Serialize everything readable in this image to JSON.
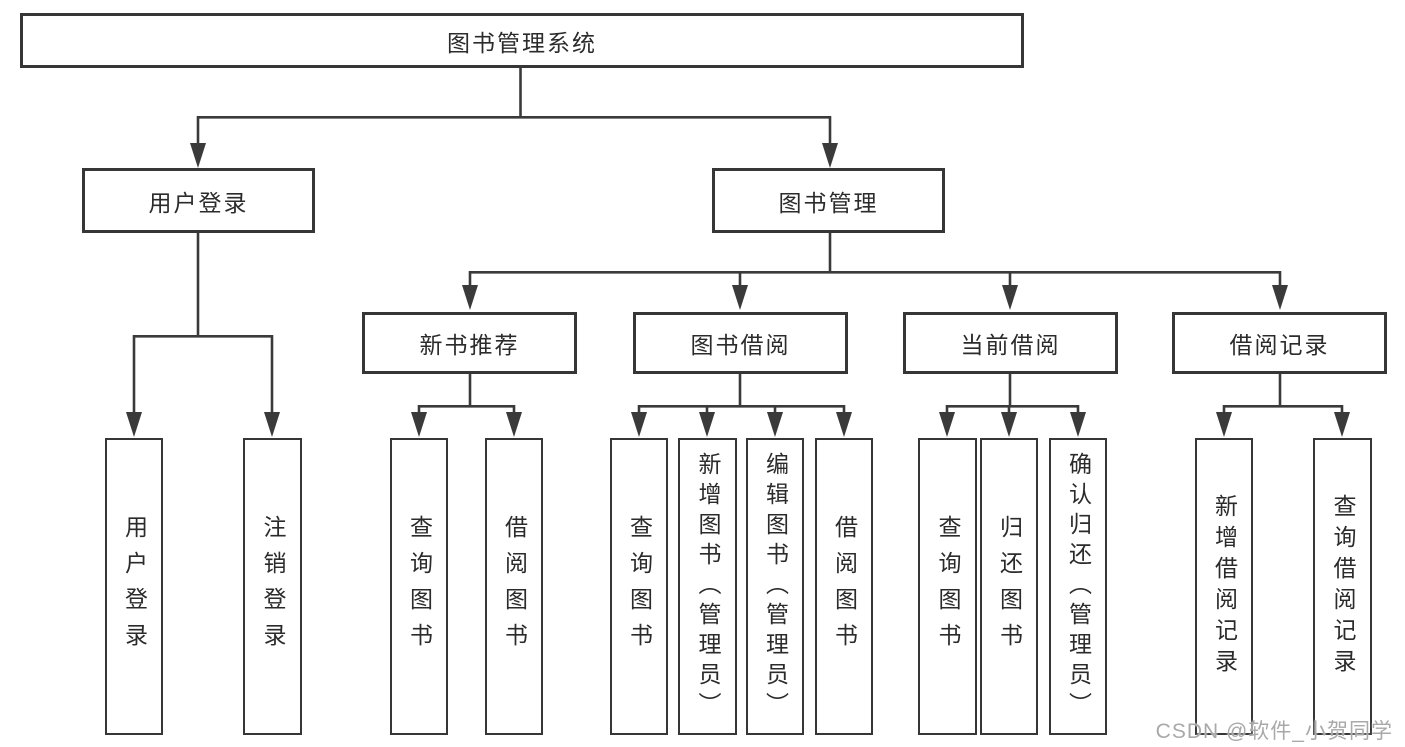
{
  "tree": {
    "label": "图书管理系统",
    "children": [
      {
        "label": "用户登录",
        "children": [
          {
            "label": "用户登录"
          },
          {
            "label": "注销登录"
          }
        ]
      },
      {
        "label": "图书管理",
        "children": [
          {
            "label": "新书推荐",
            "children": [
              {
                "label": "查询图书"
              },
              {
                "label": "借阅图书"
              }
            ]
          },
          {
            "label": "图书借阅",
            "children": [
              {
                "label": "查询图书"
              },
              {
                "label": "新增图书（管理员）"
              },
              {
                "label": "编辑图书（管理员）"
              },
              {
                "label": "借阅图书"
              }
            ]
          },
          {
            "label": "当前借阅",
            "children": [
              {
                "label": "查询图书"
              },
              {
                "label": "归还图书"
              },
              {
                "label": "确认归还（管理员）"
              }
            ]
          },
          {
            "label": "借阅记录",
            "children": [
              {
                "label": "新增借阅记录"
              },
              {
                "label": "查询借阅记录"
              }
            ]
          }
        ]
      }
    ]
  },
  "watermark": {
    "text": "CSDN @软件_小贺同学"
  },
  "colors": {
    "line": "#3a3a3a",
    "border": "#363636",
    "text": "#2b2b2b",
    "watermark": "#a9a9a9"
  }
}
